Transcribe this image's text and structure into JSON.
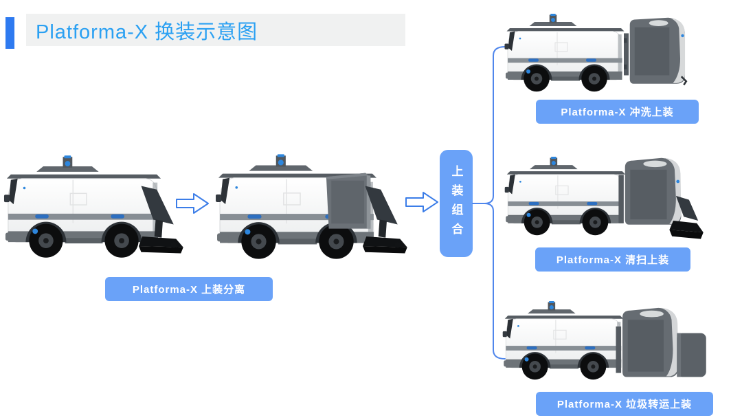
{
  "title": {
    "text": "Platforma-X 换装示意图"
  },
  "flow": {
    "stage1_badge": "Platforma-X 上装分离",
    "combine_label": "上装组合"
  },
  "outputs": [
    {
      "badge": "Platforma-X 冲洗上装"
    },
    {
      "badge": "Platforma-X 清扫上装"
    },
    {
      "badge": "Platforma-X 垃圾转运上装"
    }
  ],
  "icons": {
    "arrow": "hollow-right-arrow-icon",
    "bracket": "curly-brace-icon",
    "vehicle": "autonomous-sweeper-van",
    "modules": [
      "wash-module",
      "sweep-module",
      "garbage-transfer-module"
    ]
  },
  "colors": {
    "accent_bar": "#2e7af0",
    "title_text": "#2aa0f2",
    "title_bg": "#f0f1f1",
    "badge_bg": "#6aa2f8",
    "badge_text": "#ffffff",
    "arrow_stroke": "#3b7de8",
    "bracket": "#4f86ec"
  }
}
